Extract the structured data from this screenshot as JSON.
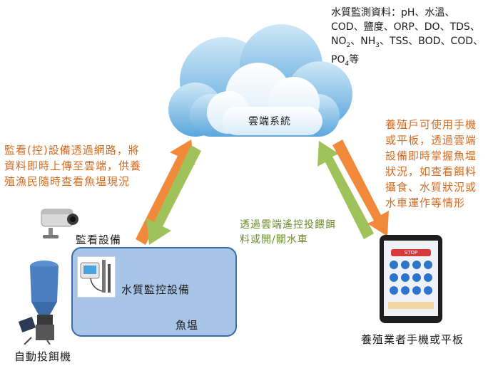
{
  "cloud": {
    "label": "雲端系統"
  },
  "params": {
    "line1": "水質監測資料：pH、水溫、",
    "line2": "COD、鹽度、ORP、DO、TDS、",
    "line3_a": "NO",
    "line3_sub1": "2",
    "line3_b": "、NH",
    "line3_sub2": "3",
    "line3_c": "、TSS、BOD、COD、",
    "line4_a": "PO",
    "line4_sub": "4",
    "line4_b": "等"
  },
  "upload_note": {
    "line1": "監看(控)設備透過網路，將",
    "line2": "資料即時上傳至雲端，供養",
    "line3": "殖漁民隨時查看魚塭現況"
  },
  "farmer_note": {
    "line1": "養殖戶可使用手機",
    "line2": "或平板，透過雲端",
    "line3": "設備即時掌握魚塭",
    "line4": "狀況，如查看餌料",
    "line5": "攝食、水質狀況或",
    "line6": "水車運作等情形"
  },
  "remote_note": {
    "line1": "透過雲端遙控投餵餌",
    "line2": "料或開/關水車"
  },
  "labels": {
    "camera": "監看設備",
    "water_monitor": "水質監控設備",
    "pond": "魚塭",
    "feeder": "自動投餌機",
    "tablet": "養殖業者手機或平板",
    "tablet_stop": "STOP"
  },
  "colors": {
    "orange_arrow": "#f08a3a",
    "green_arrow": "#9fc35a",
    "orange_text": "#d66a1c",
    "green_text": "#6b8e2a"
  },
  "icons": {
    "cloud": "cloud-icon",
    "camera": "security-camera-icon",
    "feeder": "auto-feeder-icon",
    "monitor": "water-quality-meter-icon",
    "tablet": "tablet-icon"
  }
}
